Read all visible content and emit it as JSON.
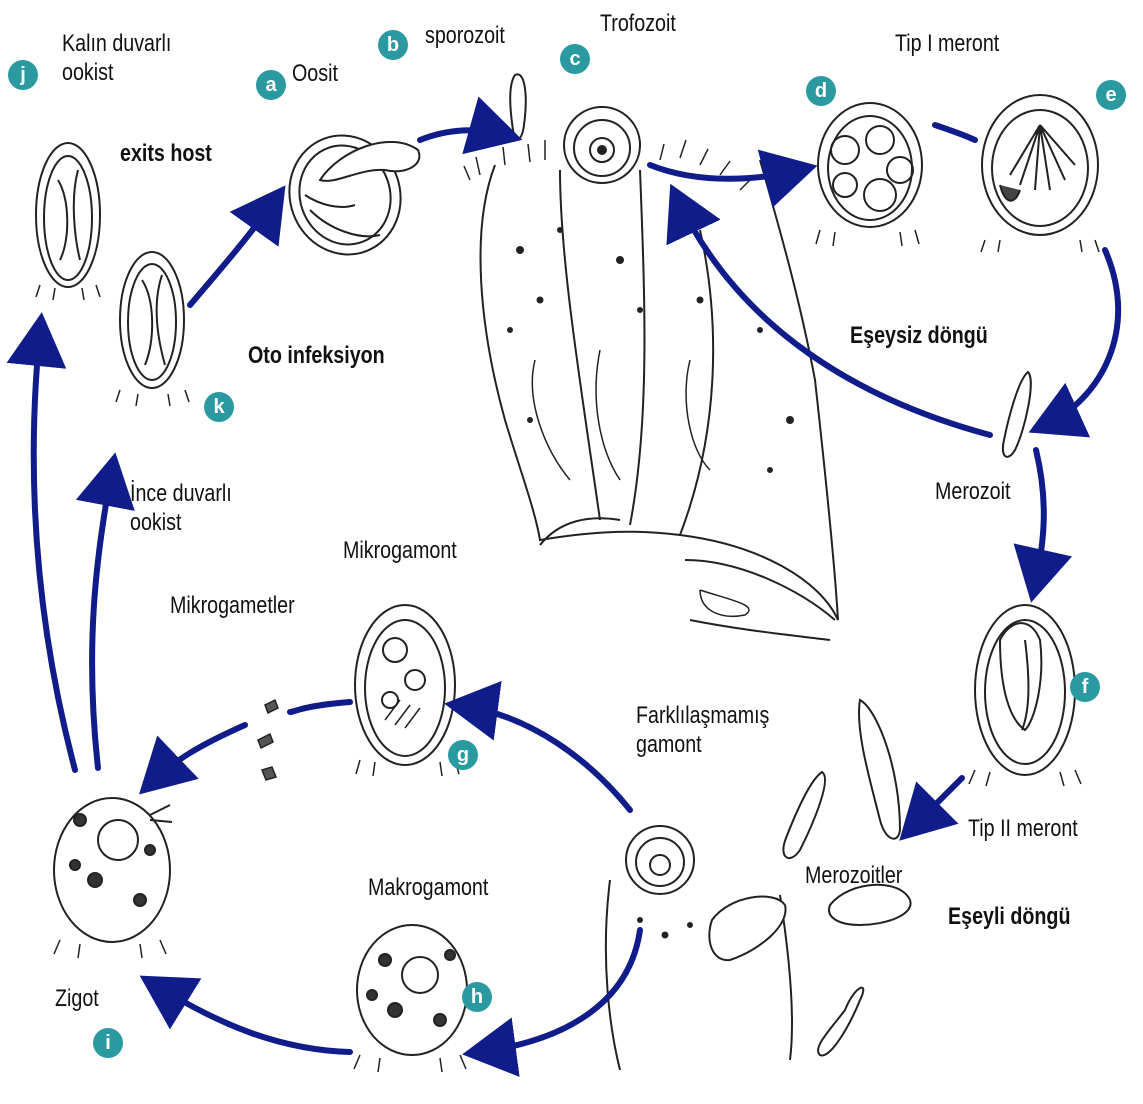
{
  "colors": {
    "arrow": "#101c8a",
    "badge": "#2a9aa0",
    "ink": "#222222"
  },
  "labels": {
    "kalin_duvarli_ookist": "Kalın duvarlı ookist",
    "exits_host": "exits host",
    "oosit": "Oosit",
    "sporozoit": "sporozoit",
    "trofozoit": "Trofozoit",
    "tip1_meront": "Tip I meront",
    "oto_infeksiyon": "Oto infeksiyon",
    "eseysiz_dongu": "Eşeysiz döngü",
    "merozoit": "Merozoit",
    "ince_duvarli_ookist": "İnce duvarlı ookist",
    "mikrogamont": "Mikrogamont",
    "mikrogametler": "Mikrogametler",
    "farklilasmamis_gamont": "Farklılaşmamış gamont",
    "tip2_meront": "Tip II meront",
    "merozoitler": "Merozoitler",
    "eseyli_dongu": "Eşeyli döngü",
    "makrogamont": "Makrogamont",
    "zigot": "Zigot"
  },
  "badges": {
    "a": "a",
    "b": "b",
    "c": "c",
    "d": "d",
    "e": "e",
    "f": "f",
    "g": "g",
    "h": "h",
    "i": "i",
    "j": "j",
    "k": "k"
  }
}
